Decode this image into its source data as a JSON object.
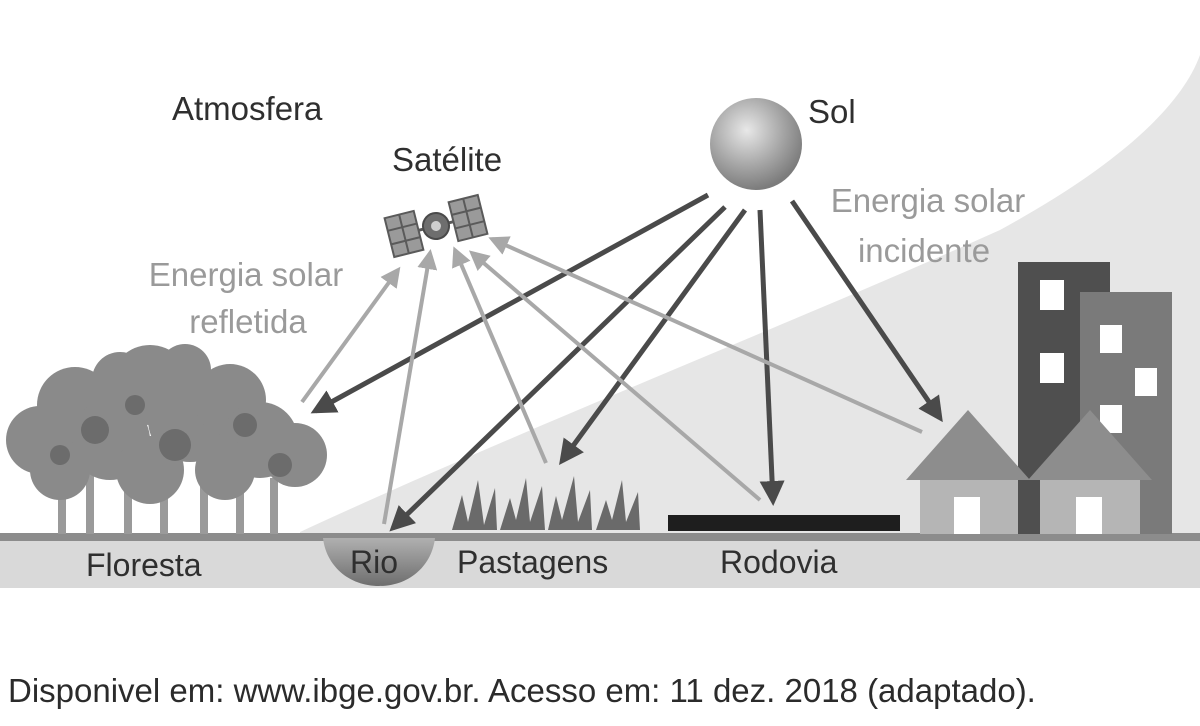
{
  "labels": {
    "atmosphere": "Atmosfera",
    "satellite": "Satélite",
    "sun": "Sol",
    "incident_line1": "Energia solar",
    "incident_line2": "incidente",
    "reflected_line1": "Energia solar",
    "reflected_line2": "refletida",
    "forest": "Floresta",
    "river": "Rio",
    "pasture": "Pastagens",
    "highway": "Rodovia"
  },
  "caption": "Disponivel em: www.ibge.gov.br. Acesso em: 11 dez. 2018 (adaptado).",
  "colors": {
    "sky_curve": "#e6e6e6",
    "dark_arrow": "#4a4a4a",
    "light_arrow": "#a8a8a8",
    "ground": "#d9d9d9",
    "ground_line": "#8c8c8c",
    "building_dark": "#4f4f4f",
    "building_mid": "#7a7a7a",
    "house_roof": "#8d8d8d",
    "house_wall": "#b5b5b5",
    "road": "#1e1e1e",
    "tree": "#8a8a8a",
    "grass": "#6a6a6a"
  },
  "icons": [
    "sun-icon",
    "satellite-icon",
    "forest-icon",
    "river-icon",
    "grass-icon",
    "road-icon",
    "buildings-icon",
    "houses-icon"
  ]
}
